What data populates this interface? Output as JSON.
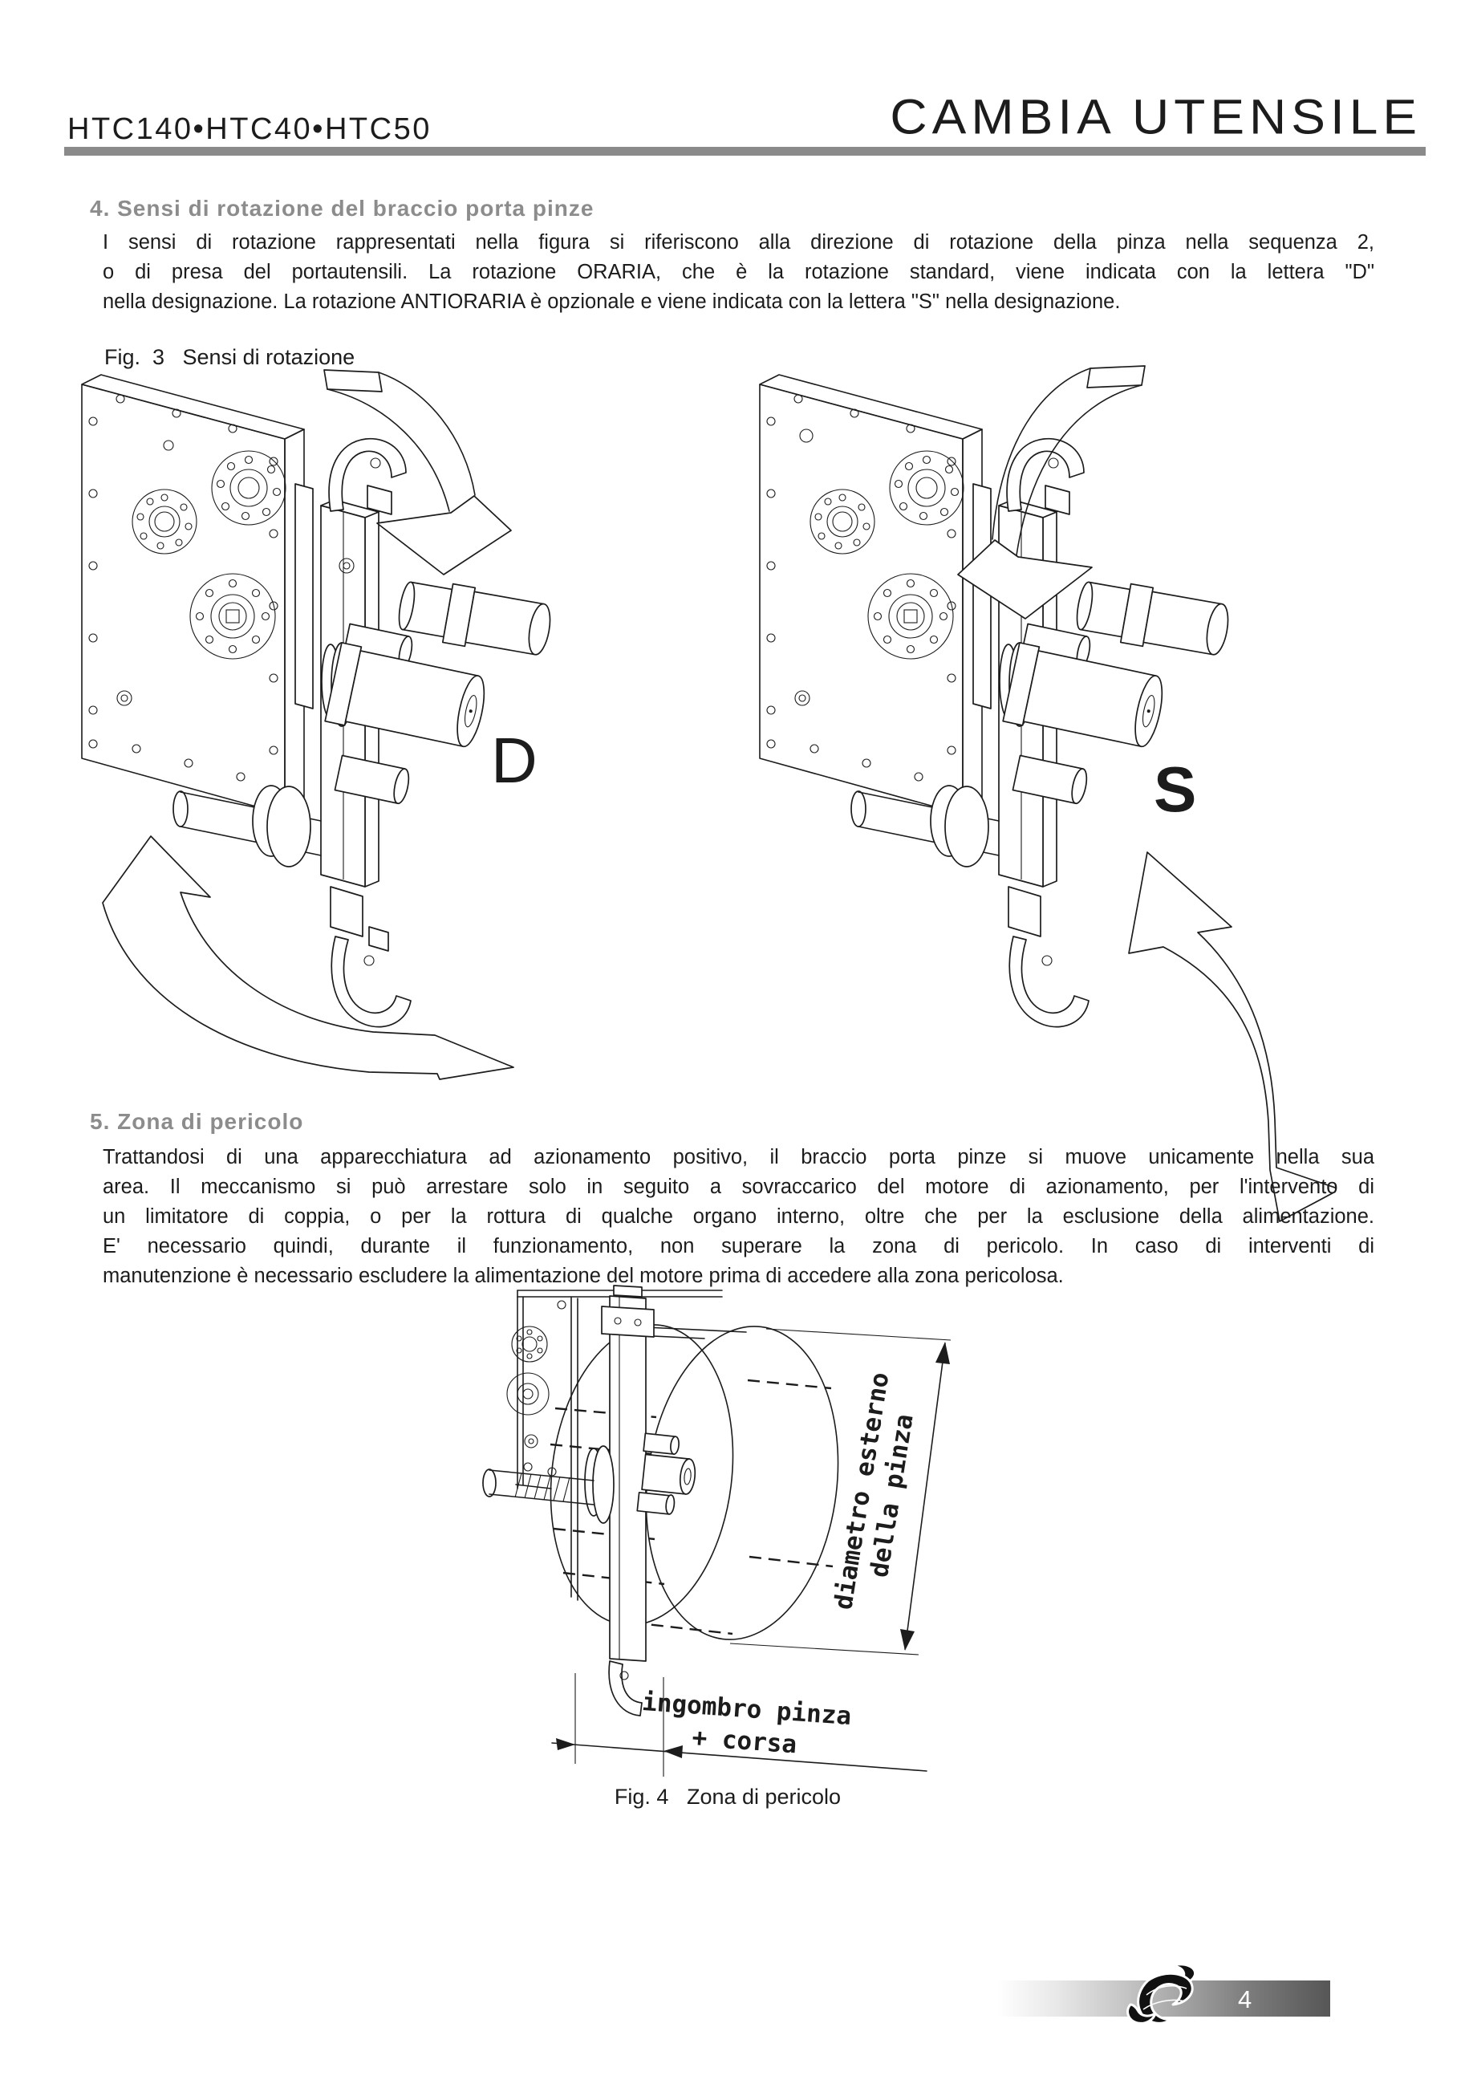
{
  "header": {
    "models": "HTC140•HTC40•HTC50",
    "title": "CAMBIA UTENSILE"
  },
  "section4": {
    "title": "4. Sensi di rotazione del braccio porta pinze",
    "lines": [
      "I sensi di rotazione rappresentati nella figura si riferiscono alla direzione di rotazione della pinza nella sequenza 2,",
      "o di presa del portautensili. La rotazione ORARIA, che è la rotazione standard, viene indicata con la lettera \"D\"",
      "nella designazione. La rotazione ANTIORARIA è opzionale e viene indicata con la lettera  \"S\" nella designazione."
    ]
  },
  "fig3": {
    "caption": "Fig.  3   Sensi di rotazione",
    "clockwise_label": "D",
    "counterclockwise_label": "S"
  },
  "section5": {
    "title": "5. Zona di pericolo",
    "lines": [
      "Trattandosi di una apparecchiatura ad azionamento positivo, il braccio porta pinze si muove unicamente nella sua",
      "area. Il meccanismo si può arrestare solo in seguito a sovraccarico del motore di azionamento, per l'intervento di",
      "un limitatore di coppia, o per la rottura di qualche organo interno, oltre che per la esclusione della alimentazione.",
      "E' necessario quindi, durante il funzionamento, non superare la zona di pericolo. In caso di interventi di",
      "manutenzione è necessario escludere la alimentazione del motore prima di accedere alla zona pericolosa."
    ]
  },
  "fig4": {
    "caption": "Fig. 4   Zona di pericolo",
    "dim_diameter": [
      "diametro esterno",
      "della pinza"
    ],
    "dim_footprint": [
      "ingombro pinza",
      "+ corsa"
    ]
  },
  "footer": {
    "page_number": "4"
  },
  "colors": {
    "accent_gray": "#8c8c8c",
    "bar_gray": "#8a8a8a",
    "ink": "#1c1c1c"
  }
}
